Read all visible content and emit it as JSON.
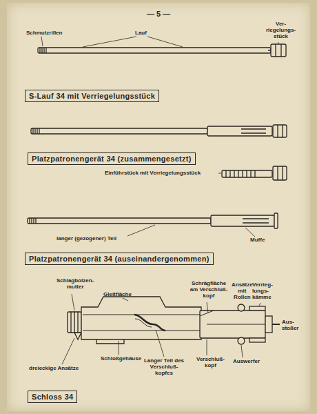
{
  "diagram": {
    "nodes": [
      {
        "text": [
          "S-Lauf 34 mit Verriegelungsstück"
        ]
      },
      {
        "text": [
          "Platzpatronengerät 34 (zusammengesetzt)"
        ]
      },
      {
        "text": [
          "Platzpatronengerät 34 (auseinandergenommen)"
        ]
      },
      {
        "text": [
          "Schloss 34"
        ]
      }
    ],
    "edges": [],
    "labels": [
      "— 5 —",
      "Schmutzrillen",
      "Lauf",
      "Ver- riegelungs- stück",
      "Einführstück mit Verriegelungsstück",
      "langer (gezogener) Teil",
      "Muffe",
      "Schlagbolzen- mutter",
      "Gleitfläche",
      "Schrägfläche am Verschluß- kopf",
      "Ansätze mit Rollen",
      "Verrieg- lungs- kämme",
      "Aus- stoßer",
      "dreieckige Ansätze",
      "Schloßgehäuse",
      "Langer Teil des Verschluß- kopfes",
      "Verschluß- kopf",
      "Auswerfer"
    ]
  }
}
